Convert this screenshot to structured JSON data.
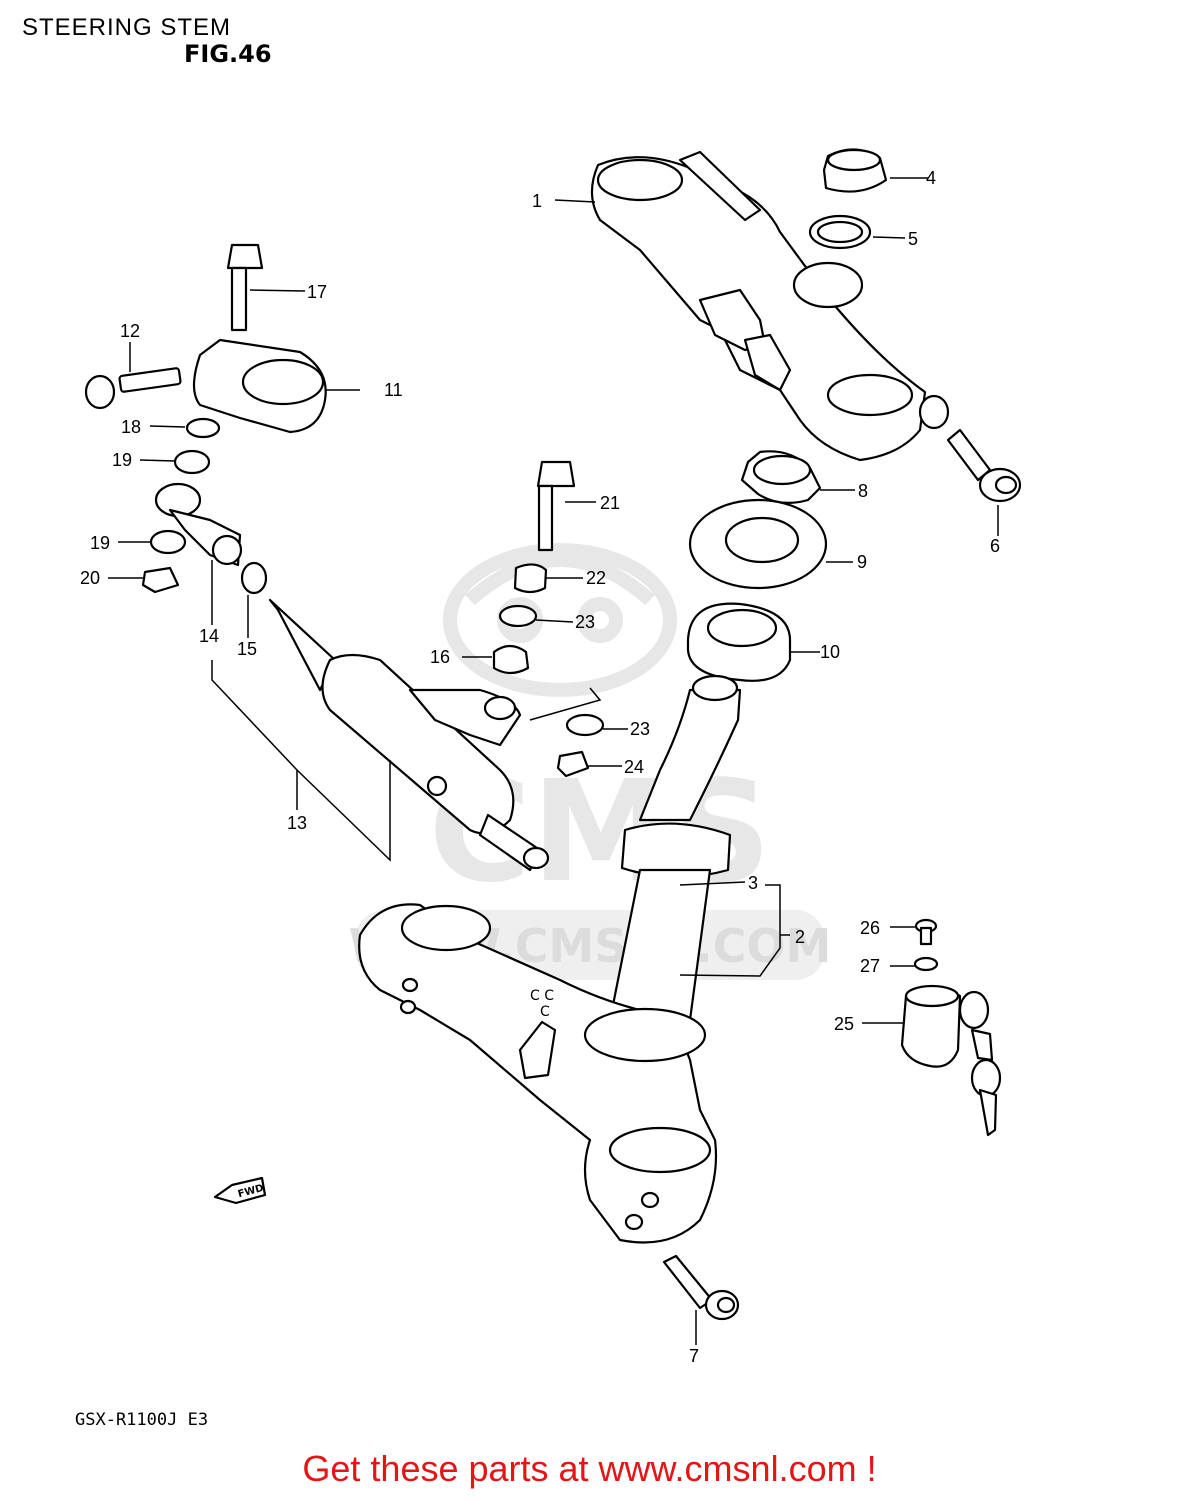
{
  "title": "STEERING STEM",
  "figure": "FIG.46",
  "model": "GSX-R1100J E3",
  "watermark": {
    "logo_text": "CMS",
    "site_text": "WWW.CMSNL.COM",
    "color": "#e7e7e7"
  },
  "fwd_label": "FWD",
  "cta": {
    "text": "Get these parts at www.cmsnl.com !",
    "color": "#e31515"
  },
  "parts": [
    {
      "num": "1"
    },
    {
      "num": "2"
    },
    {
      "num": "3"
    },
    {
      "num": "4"
    },
    {
      "num": "5"
    },
    {
      "num": "6"
    },
    {
      "num": "7"
    },
    {
      "num": "8"
    },
    {
      "num": "9"
    },
    {
      "num": "10"
    },
    {
      "num": "11"
    },
    {
      "num": "12"
    },
    {
      "num": "13"
    },
    {
      "num": "14"
    },
    {
      "num": "15"
    },
    {
      "num": "16"
    },
    {
      "num": "17"
    },
    {
      "num": "18"
    },
    {
      "num": "19"
    },
    {
      "num": "19"
    },
    {
      "num": "20"
    },
    {
      "num": "21"
    },
    {
      "num": "22"
    },
    {
      "num": "23"
    },
    {
      "num": "23"
    },
    {
      "num": "24"
    },
    {
      "num": "25"
    },
    {
      "num": "26"
    },
    {
      "num": "27"
    }
  ]
}
